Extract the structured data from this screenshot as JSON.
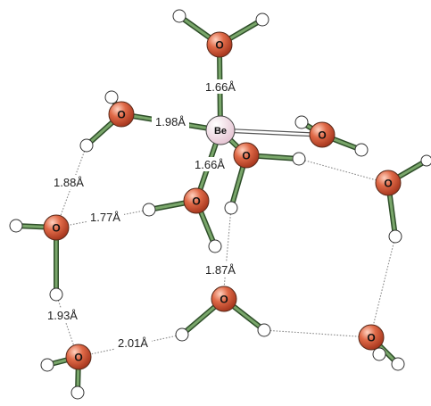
{
  "central_atom": {
    "symbol": "Be"
  },
  "oxygen_symbol": "O",
  "distances": {
    "be_o_top": "1.66Å",
    "be_o_left": "1.98Å",
    "be_o_lower": "1.66Å",
    "hbond_left_upper": "1.88Å",
    "hbond_mid": "1.77Å",
    "hbond_left_lower": "1.93Å",
    "hbond_bottom": "2.01Å",
    "hbond_center": "1.87Å"
  },
  "colors": {
    "oxygen": "#d8553a",
    "hydrogen": "#ffffff",
    "beryllium": "#f1dde6",
    "covalent_bond": "#4c7a3e"
  }
}
